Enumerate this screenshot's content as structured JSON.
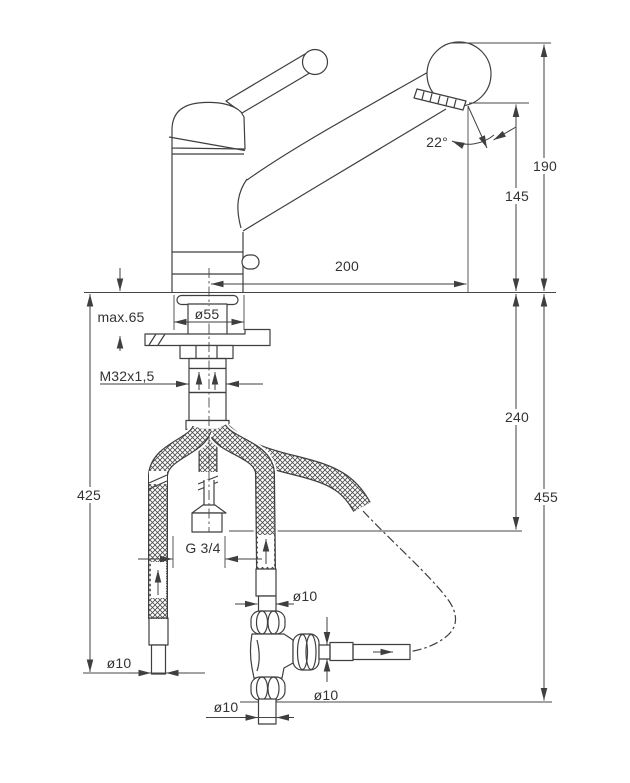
{
  "drawing": {
    "colors": {
      "line": "#3f3f3f",
      "text": "#333333",
      "background": "#ffffff"
    },
    "dimensions": {
      "spout_height": "190",
      "outlet_height": "145",
      "spout_reach": "200",
      "spray_angle": "22°",
      "below_counter_hose": "240",
      "below_counter_total": "455",
      "supply_hose_length": "425",
      "max_counter_thickness": "max.65",
      "base_diameter": "ø55",
      "shank_thread": "M32x1,5",
      "hose_connection": "G 3/4",
      "pipe_dia_left": "ø10",
      "pipe_dia_valve_top": "ø10",
      "pipe_dia_valve_side": "ø10",
      "pipe_dia_valve_bottom": "ø10"
    }
  }
}
